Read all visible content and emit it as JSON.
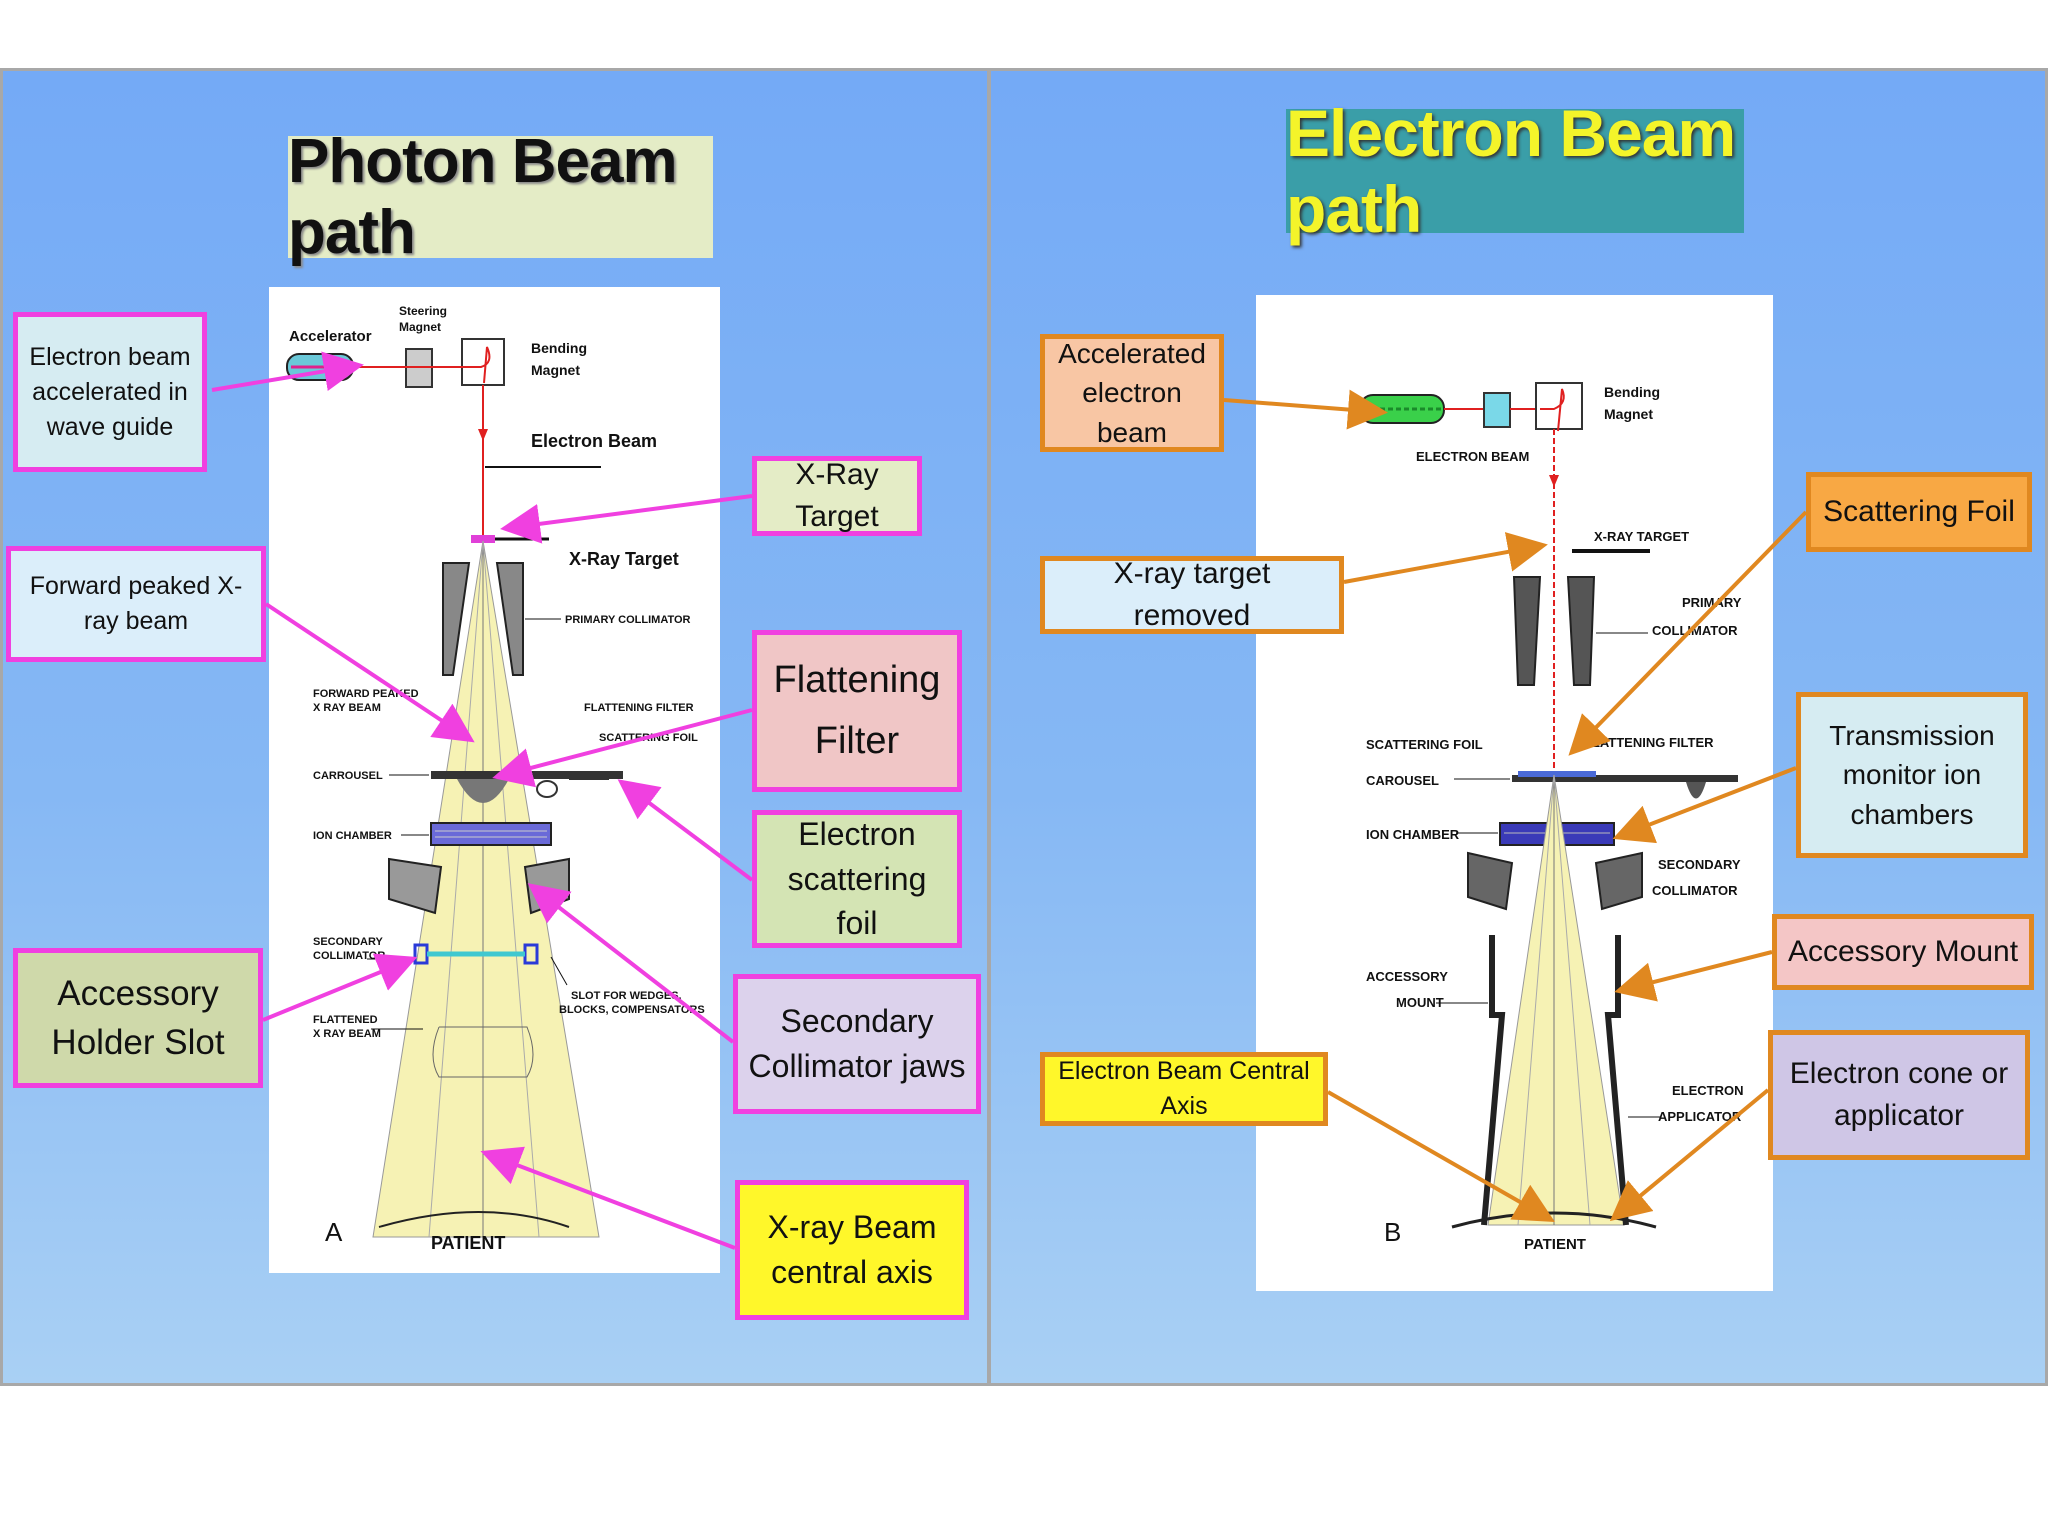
{
  "left_panel": {
    "title": "Photon Beam path",
    "figure": {
      "letter": "A",
      "labels": {
        "steering1": "Steering",
        "steering2": "Magnet",
        "accelerator": "Accelerator",
        "bending1": "Bending",
        "bending2": "Magnet",
        "electron_beam": "Electron Beam",
        "xray_target": "X-Ray Target",
        "primary_collimator": "PRIMARY COLLIMATOR",
        "forward1": "FORWARD PEAKED",
        "forward2": "X RAY BEAM",
        "flattening_filter": "FLATTENING FILTER",
        "scattering_foil": "SCATTERING FOIL",
        "carousel": "CARROUSEL",
        "ion_chamber": "ION CHAMBER",
        "secondary1": "SECONDARY",
        "secondary2": "COLLIMATOR",
        "slot1": "SLOT FOR WEDGES,",
        "slot2": "BLOCKS, COMPENSATORS",
        "flattened1": "FLATTENED",
        "flattened2": "X RAY BEAM",
        "patient": "PATIENT"
      }
    },
    "callouts": {
      "electron_beam_wg": "Electron beam accelerated in wave guide",
      "xray_target": "X-Ray Target",
      "forward_peaked": "Forward peaked X-ray beam",
      "flattening_filter": "Flattening Filter",
      "electron_scattering": "Electron scattering foil",
      "accessory_slot": "Accessory Holder Slot",
      "secondary_jaws": "Secondary Collimator jaws",
      "xray_central_axis": "X-ray Beam central axis"
    }
  },
  "right_panel": {
    "title": "Electron Beam path",
    "figure": {
      "letter": "B",
      "labels": {
        "bending1": "Bending",
        "bending2": "Magnet",
        "electron_beam": "ELECTRON BEAM",
        "xray_target": "X-RAY TARGET",
        "primary1": "PRIMARY",
        "primary2": "COLLIMATOR",
        "scattering_foil": "SCATTERING FOIL",
        "flattening_filter": "FLATTENING FILTER",
        "carousel": "CAROUSEL",
        "ion_chamber": "ION CHAMBER",
        "secondary1": "SECONDARY",
        "secondary2": "COLLIMATOR",
        "accessory1": "ACCESSORY",
        "accessory2": "MOUNT",
        "applicator1": "ELECTRON",
        "applicator2": "APPLICATOR",
        "patient": "PATIENT"
      }
    },
    "callouts": {
      "accelerated_electron": "Accelerated electron beam",
      "scattering_foil": "Scattering Foil",
      "xray_removed": "X-ray target removed",
      "transmission_monitor": "Transmission monitor ion chambers",
      "accessory_mount": "Accessory Mount",
      "central_axis": "Electron Beam Central Axis",
      "electron_cone": "Electron cone or applicator"
    }
  },
  "colors": {
    "pink": "#f040e0",
    "orange": "#e08820",
    "beam_red": "#e02020",
    "beam_fill": "#f6f2b4"
  }
}
